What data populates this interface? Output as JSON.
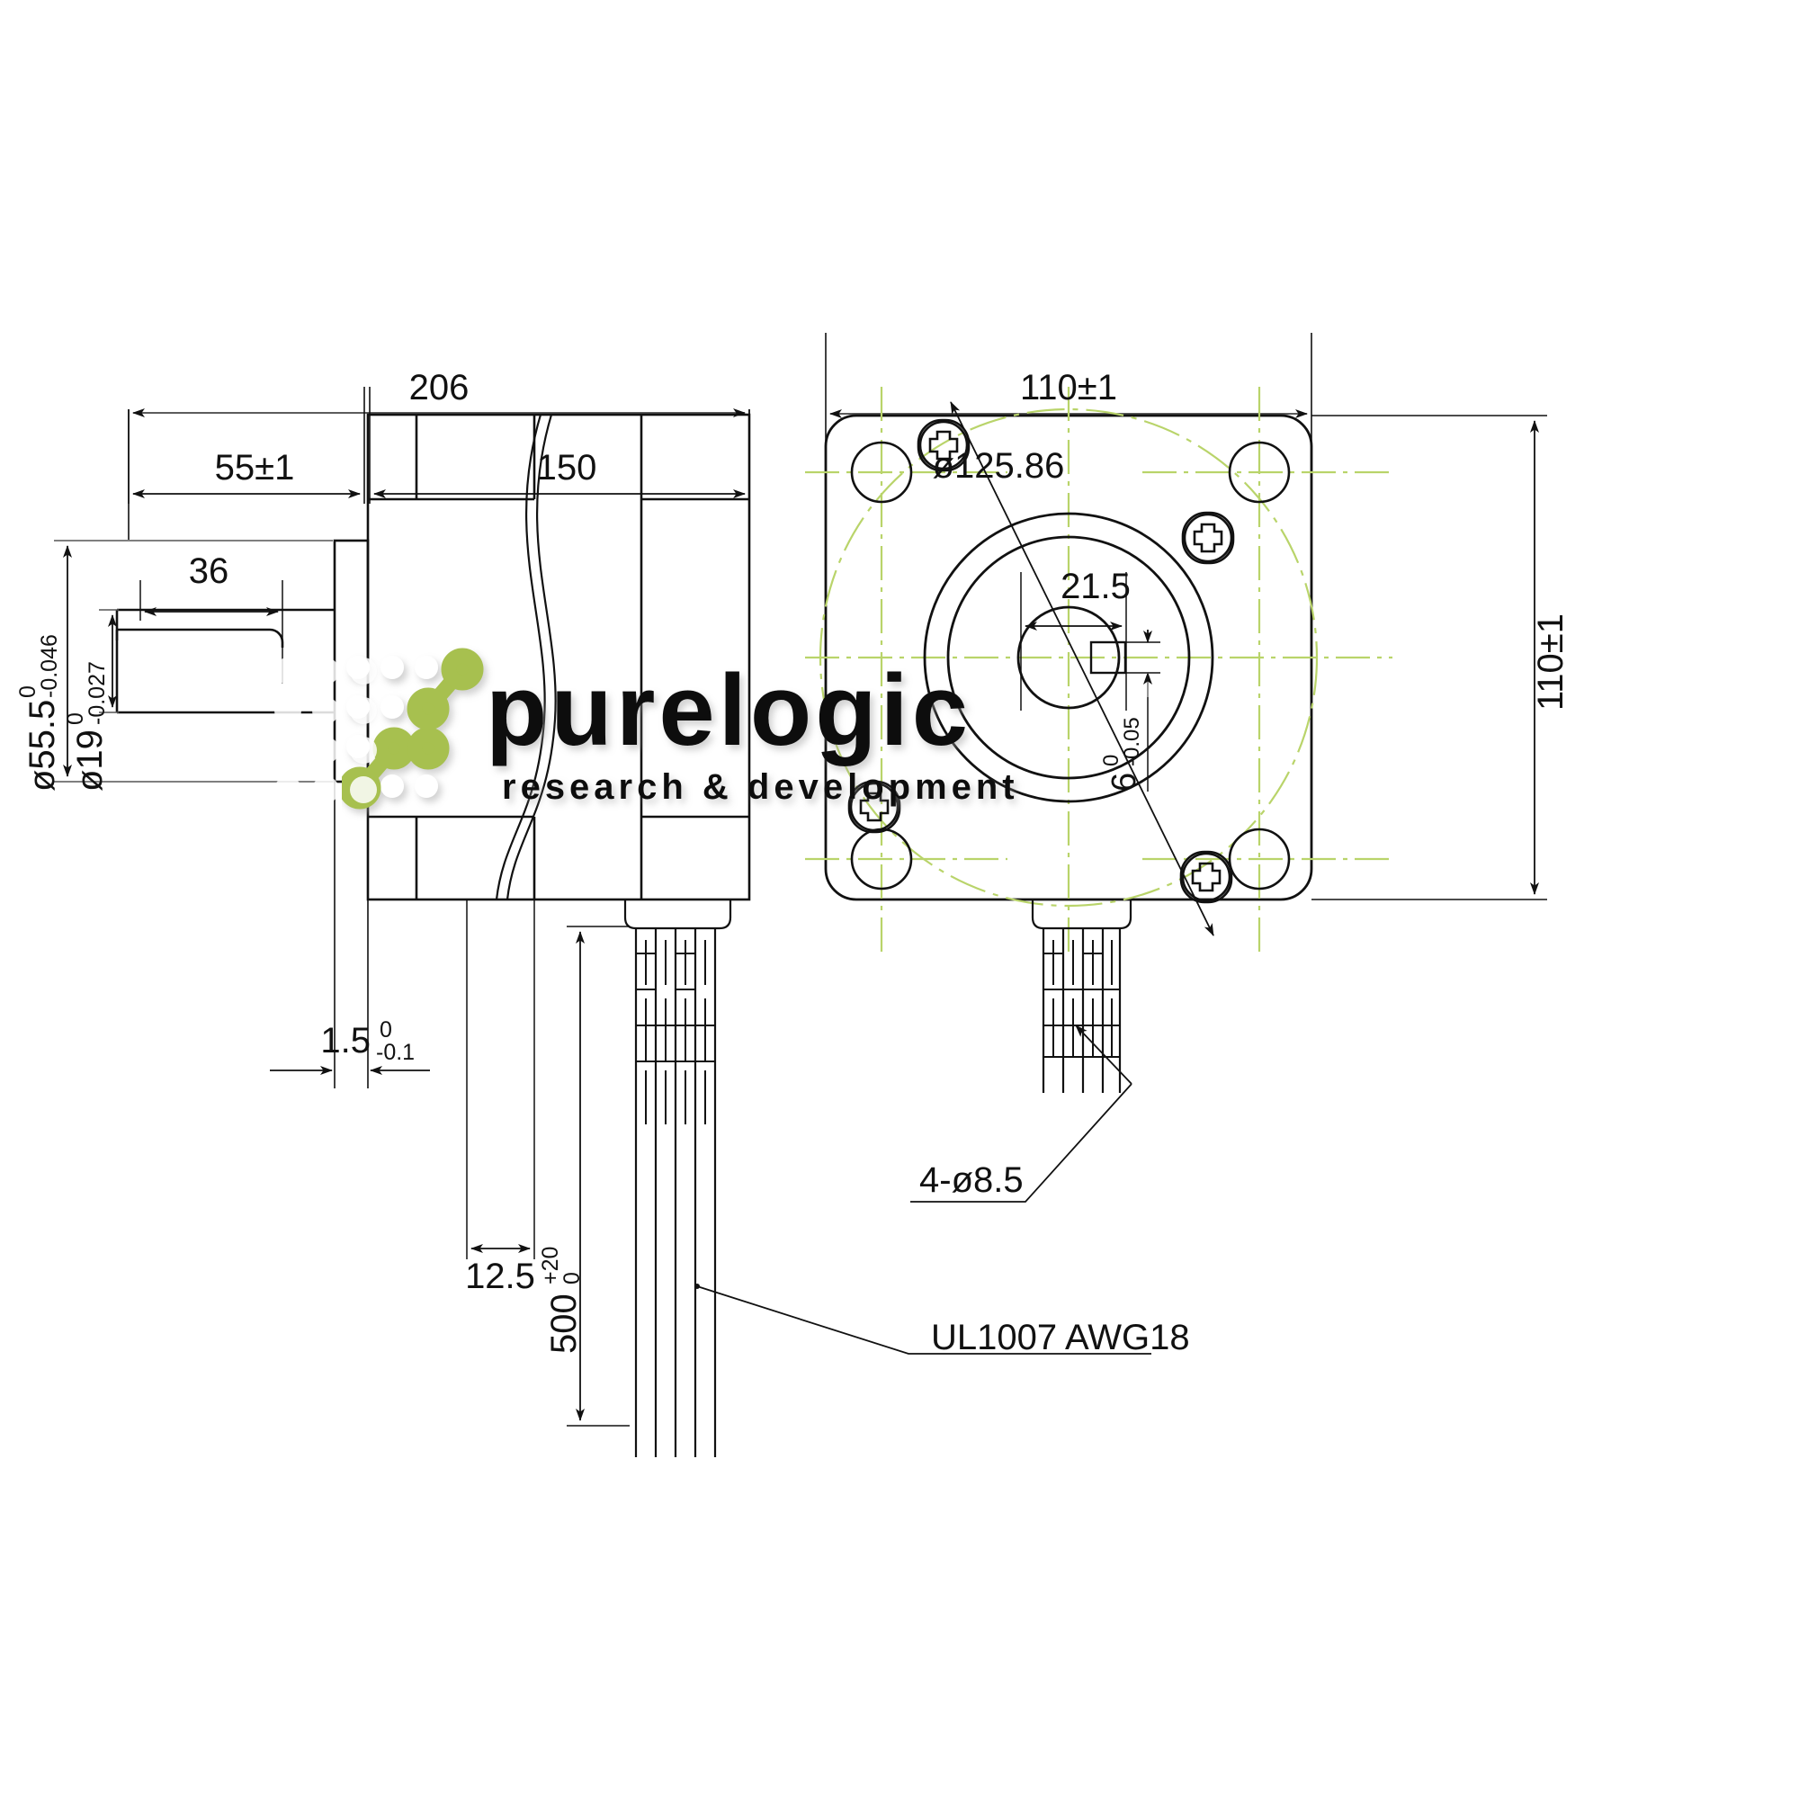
{
  "document": {
    "type": "engineering-drawing",
    "subject": "NEMA 42 stepper motor outline drawing",
    "views": [
      {
        "id": "side-view",
        "name": "Side view (left)"
      },
      {
        "id": "front-view",
        "name": "Front / mounting face view (right)"
      }
    ]
  },
  "watermark": {
    "brand": "purelogic",
    "tagline": "research & development",
    "brand_color": "#a7c04f"
  },
  "side_view": {
    "dimensions": {
      "overall_length": {
        "value": "206",
        "name": "overall-length"
      },
      "shaft_plus_flange": {
        "value": "55±1",
        "name": "shaft-length"
      },
      "body_length": {
        "value": "150",
        "name": "body-length"
      },
      "flat_length": {
        "value": "36",
        "name": "shaft-flat-length"
      },
      "flange_diameter": {
        "base": "ø55.5",
        "upper": "0",
        "lower": "-0.046",
        "name": "pilot-diameter"
      },
      "shaft_diameter": {
        "base": "ø19",
        "upper": "0",
        "lower": "-0.027",
        "name": "shaft-diameter"
      },
      "flange_thickness": {
        "base": "1.5",
        "upper": "0",
        "lower": "-0.1",
        "name": "flange-thickness"
      },
      "cable_offset": {
        "value": "12.5",
        "name": "cable-exit-offset"
      },
      "lead_length": {
        "base": "500",
        "upper": "+20",
        "lower": "0",
        "name": "lead-wire-length"
      }
    },
    "notes": {
      "wire_spec": "UL1007 AWG18"
    }
  },
  "front_view": {
    "dimensions": {
      "width": {
        "value": "110±1",
        "name": "frame-width"
      },
      "height": {
        "value": "110±1",
        "name": "frame-height"
      },
      "bolt_circle": {
        "value": "ø125.86",
        "name": "bolt-circle-diameter"
      },
      "key_width_pos": {
        "value": "21.5",
        "name": "key-flat-width"
      },
      "key_depth": {
        "base": "6",
        "upper": "0",
        "lower": "-0.05",
        "name": "key-depth"
      },
      "mount_holes": {
        "value": "4-ø8.5",
        "name": "mounting-hole-callout"
      }
    }
  },
  "style": {
    "line_color": "#111111",
    "center_line_color": "#b9d46a",
    "dim_color": "#111111"
  }
}
